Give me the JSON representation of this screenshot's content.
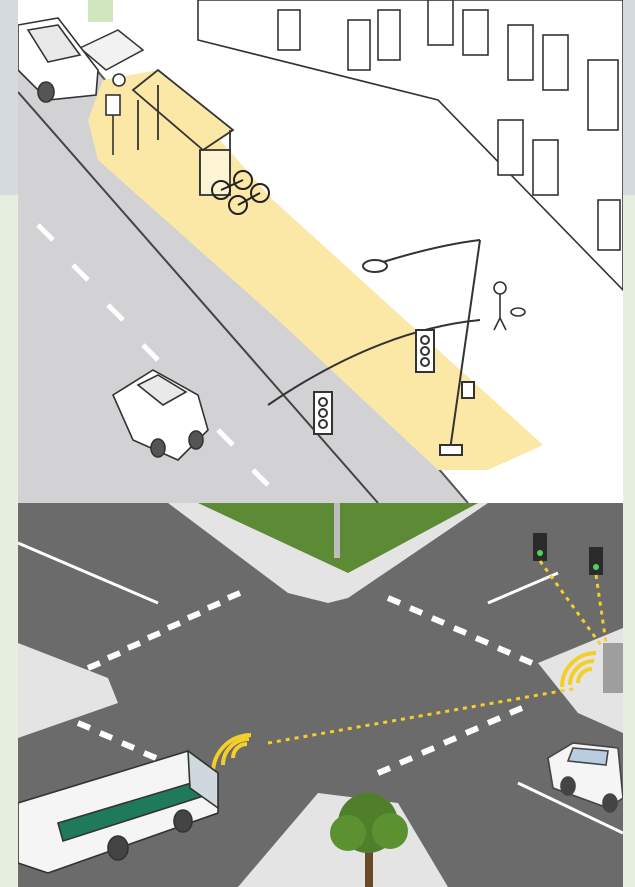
{
  "scene": {
    "panels": [
      {
        "name": "street-illustration",
        "elements": [
          "transit-shelter",
          "bike-rack",
          "street-tree-grate",
          "parked-car",
          "moving-car",
          "streetlight",
          "traffic-signals",
          "pedestrian-with-dog",
          "highlighted-curb-zone",
          "building-facades"
        ]
      },
      {
        "name": "connected-intersection",
        "elements": [
          "bus",
          "sedan",
          "traffic-signals",
          "roadside-unit",
          "wireless-signal-waves",
          "crosswalks",
          "street-tree",
          "grass-median"
        ]
      }
    ],
    "colors": {
      "highlight": "#fbe8a6",
      "road_gray": "#d2d2d4",
      "asphalt": "#6b6b6b",
      "sidewalk": "#e4e4e4",
      "signal_wave": "#f4cf2a",
      "grass": "#5c8a35",
      "bus_stripe": "#1f7a5b"
    }
  }
}
